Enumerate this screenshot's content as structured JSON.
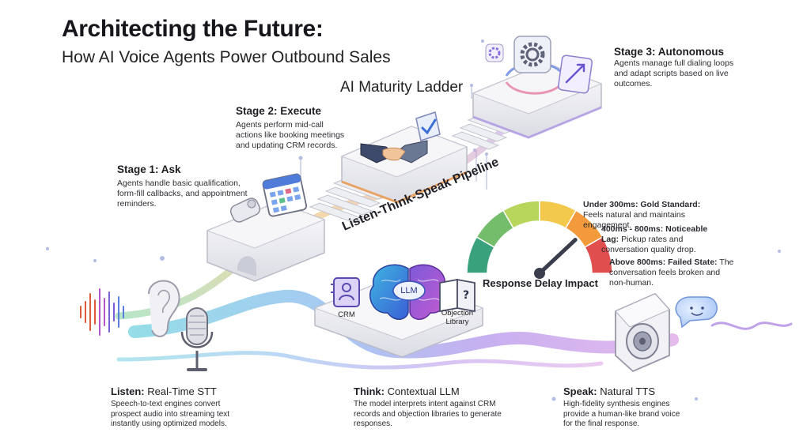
{
  "header": {
    "title": "Architecting the Future:",
    "subtitle": "How AI Voice Agents Power Outbound Sales"
  },
  "ladder": {
    "title": "AI Maturity Ladder",
    "stages": [
      {
        "heading": "Stage 1: Ask",
        "description": "Agents handle basic qualification, form-fill callbacks, and appointment reminders."
      },
      {
        "heading": "Stage 2: Execute",
        "description": "Agents perform mid-call actions like booking meetings and updating CRM records."
      },
      {
        "heading": "Stage 3: Autonomous",
        "description": "Agents manage full dialing loops and adapt scripts based on live outcomes."
      }
    ]
  },
  "pipeline": {
    "title": "Listen-Think-Speak Pipeline",
    "center_labels": {
      "crm": "CRM",
      "llm": "LLM",
      "objection_library": "Objection Library"
    },
    "steps": [
      {
        "heading_bold": "Listen:",
        "heading_rest": " Real-Time STT",
        "description": "Speech-to-text engines convert prospect audio into streaming text instantly using optimized models."
      },
      {
        "heading_bold": "Think:",
        "heading_rest": " Contextual LLM",
        "description": "The model interprets intent against CRM records and objection libraries to generate responses."
      },
      {
        "heading_bold": "Speak:",
        "heading_rest": " Natural TTS",
        "description": "High-fidelity synthesis engines provide a human-like brand voice for the final response."
      }
    ]
  },
  "gauge": {
    "title": "Response Delay Impact",
    "needle_fraction": 0.76,
    "segment_colors": [
      "#39a17c",
      "#74bd6a",
      "#b8d65c",
      "#f2c94c",
      "#f29a3c",
      "#e04e4e"
    ],
    "latency_notes": [
      {
        "bold": "Under 300ms: Gold Standard:",
        "text": " Feels natural and maintains engagement."
      },
      {
        "bold": "400ms - 800ms: Noticeable Lag:",
        "text": " Pickup rates and conversation quality drop."
      },
      {
        "bold": "Above 800ms: Failed State:",
        "text": " The conversation feels broken and non-human."
      }
    ]
  },
  "icons": {
    "ear": "ear-icon",
    "microphone": "microphone-icon",
    "speaker": "speaker-icon",
    "chat": "chat-bubble-icon",
    "brain": "brain-icon",
    "robot_hand": "robot-hand-icon",
    "calendar": "calendar-icon",
    "handshake": "handshake-icon",
    "gear": "gear-icon"
  }
}
